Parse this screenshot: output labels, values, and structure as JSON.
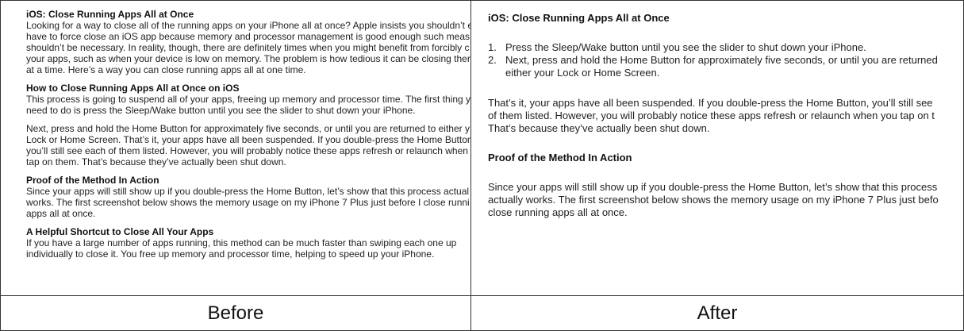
{
  "before": {
    "sections": [
      {
        "heading": "iOS: Close Running Apps All at Once",
        "lines": [
          "Looking for a way to close all of the running apps on your iPhone all at once? Apple insists you shouldn’t e",
          "have to force close an iOS app because memory and processor management is good enough such meas",
          "shouldn’t be necessary. In reality, though, there are definitely times when you might benefit from forcibly c",
          "your apps, such as when your device is low on memory. The problem is how tedious it can be closing ther",
          "at a time. Here’s a way you can close running apps all at one time."
        ]
      },
      {
        "heading": "How to Close Running Apps All at Once on iOS",
        "lines": [
          "This process is going to suspend all of your apps, freeing up memory and processor time. The first thing y",
          "need to do is press the Sleep/Wake button until you see the slider to shut down your iPhone."
        ]
      },
      {
        "heading": "",
        "lines": [
          "Next, press and hold the Home Button for approximately five seconds, or until you are returned to either y",
          "Lock or Home Screen. That’s it, your apps have all been suspended. If you double-press the Home Button",
          "you’ll still see each of them listed. However, you will probably notice these apps refresh or relaunch when",
          "tap on them. That’s because they’ve actually been shut down."
        ]
      },
      {
        "heading": "Proof of the Method In Action",
        "lines": [
          "Since your apps will still show up if you double-press the Home Button, let’s show that this process actual",
          "works. The first screenshot below shows the memory usage on my iPhone 7 Plus just before I close runni",
          "apps all at once."
        ]
      },
      {
        "heading": "A Helpful Shortcut to Close All Your Apps",
        "lines": [
          "If you have a large number of apps running, this method can be much faster than swiping each one up",
          "individually to close it. You free up memory and processor time, helping to speed up your iPhone."
        ]
      }
    ]
  },
  "after": {
    "heading": "iOS: Close Running Apps All at Once",
    "steps": [
      {
        "num": "1.",
        "lines": [
          "Press the Sleep/Wake button until you see the slider to shut down your iPhone."
        ]
      },
      {
        "num": "2.",
        "lines": [
          "Next, press and hold the Home Button for approximately five seconds, or until you are returned",
          "either your Lock or Home Screen."
        ]
      }
    ],
    "paragraph1": [
      "That’s it, your apps have all been suspended. If you double-press the Home Button, you’ll still see",
      "of them listed. However, you will probably notice these apps refresh or relaunch when you tap on t",
      "That’s because they’ve actually been shut down."
    ],
    "subheading": "Proof of the Method In Action",
    "paragraph2": [
      "Since your apps will still show up if you double-press the Home Button, let’s show that this process",
      "actually works. The first screenshot below shows the memory usage on my iPhone 7 Plus just befo",
      "close running apps all at once."
    ]
  },
  "captions": {
    "before": "Before",
    "after": "After"
  }
}
